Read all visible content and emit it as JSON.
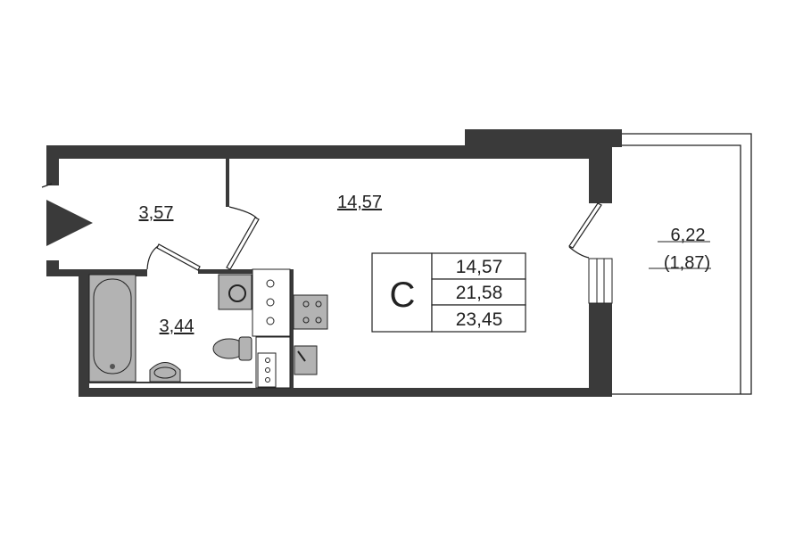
{
  "colors": {
    "wall": "#3a3a3a",
    "fixture": "#b3b3b3",
    "line": "#222222",
    "bg": "#ffffff"
  },
  "rooms": {
    "hallway": {
      "area": "3,57"
    },
    "living_room": {
      "area": "14,57"
    },
    "bathroom": {
      "area": "3,44"
    },
    "balcony": {
      "area": "6,22",
      "reduced_area": "(1,87)"
    }
  },
  "summary": {
    "type": "С",
    "living_area": "14,57",
    "total_area": "21,58",
    "total_with_balcony": "23,45"
  }
}
